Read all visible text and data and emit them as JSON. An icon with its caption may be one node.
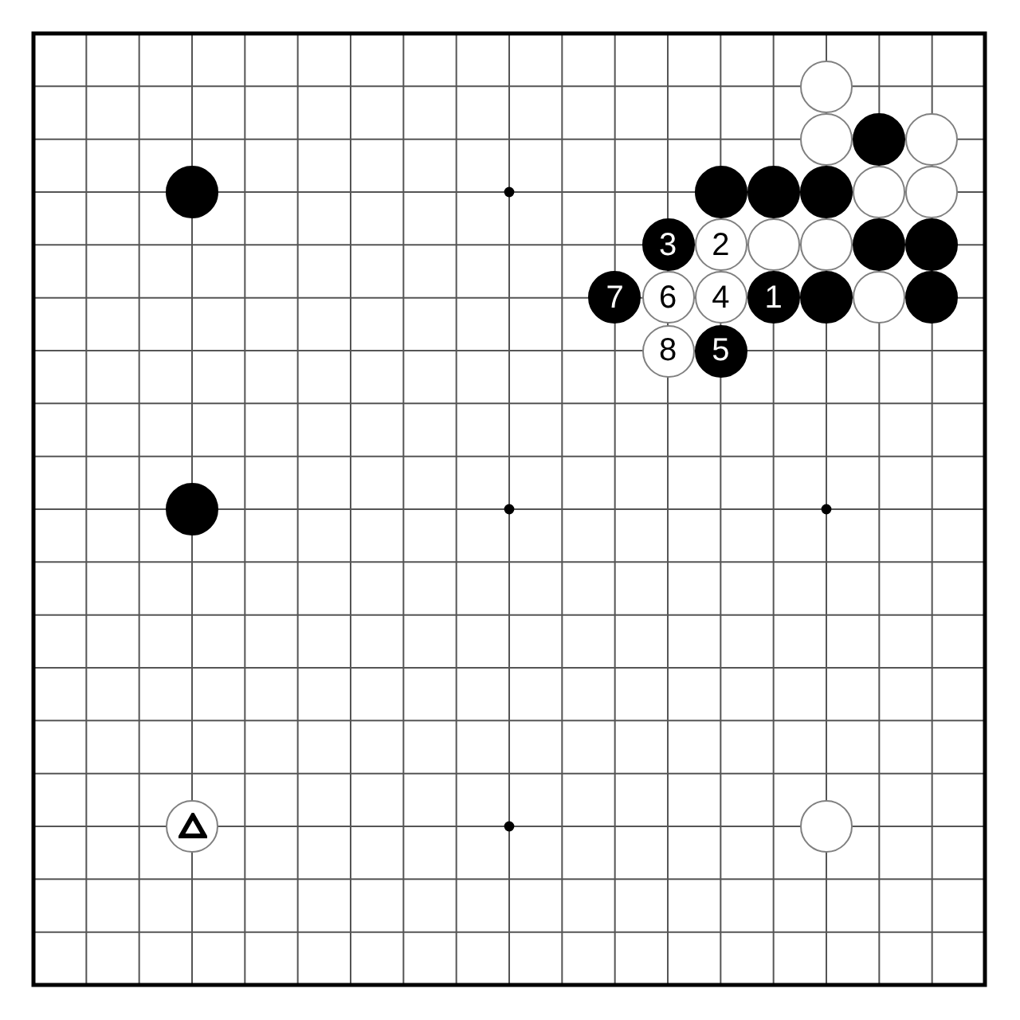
{
  "diagram": {
    "nodes": [
      {
        "text": [],
        "shape": "circle"
      },
      {
        "text": [],
        "shape": "circle"
      },
      {
        "text": [],
        "shape": "circle"
      },
      {
        "text": [],
        "shape": "circle"
      },
      {
        "text": [],
        "shape": "circle"
      },
      {
        "text": [],
        "shape": "circle"
      },
      {
        "text": [],
        "shape": "circle"
      },
      {
        "text": [],
        "shape": "circle"
      },
      {
        "text": [],
        "shape": "circle"
      },
      {
        "text": [],
        "shape": "circle"
      },
      {
        "text": [
          "3"
        ]
      },
      {
        "text": [
          "2"
        ]
      },
      {
        "text": [],
        "shape": "circle"
      },
      {
        "text": [],
        "shape": "circle"
      },
      {
        "text": [],
        "shape": "circle"
      },
      {
        "text": [],
        "shape": "circle"
      },
      {
        "text": [
          "7"
        ]
      },
      {
        "text": [
          "6"
        ]
      },
      {
        "text": [
          "4"
        ]
      },
      {
        "text": [
          "1"
        ]
      },
      {
        "text": [],
        "shape": "circle"
      },
      {
        "text": [],
        "shape": "circle"
      },
      {
        "text": [],
        "shape": "circle"
      },
      {
        "text": [
          "8"
        ]
      },
      {
        "text": [
          "5"
        ]
      },
      {
        "text": [],
        "shape": "circle"
      },
      {
        "text": [],
        "shape": "circle"
      },
      {
        "text": [],
        "shape": "circle"
      }
    ]
  }
}
